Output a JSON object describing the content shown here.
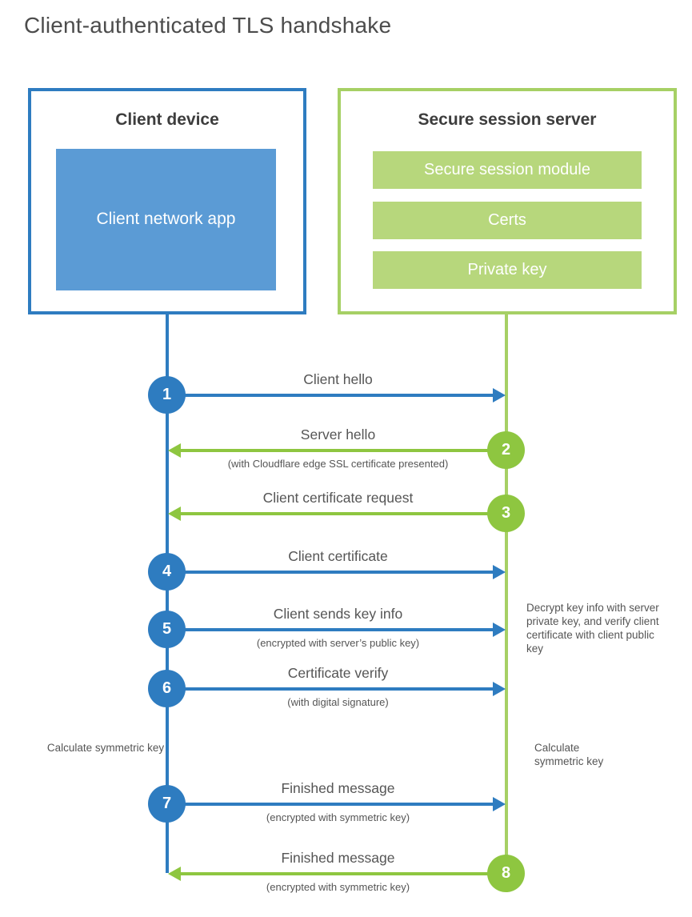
{
  "title": "Client-authenticated TLS handshake",
  "client": {
    "title": "Client device",
    "app_label": "Client network app"
  },
  "server": {
    "title": "Secure session server",
    "modules": [
      "Secure session module",
      "Certs",
      "Private key"
    ]
  },
  "steps": [
    {
      "num": "1",
      "label": "Client hello",
      "sublabel": "",
      "direction": "client-to-server",
      "color": "blue"
    },
    {
      "num": "2",
      "label": "Server hello",
      "sublabel": "(with Cloudflare edge SSL certificate presented)",
      "direction": "server-to-client",
      "color": "green"
    },
    {
      "num": "3",
      "label": "Client certificate request",
      "sublabel": "",
      "direction": "server-to-client",
      "color": "green"
    },
    {
      "num": "4",
      "label": "Client certificate",
      "sublabel": "",
      "direction": "client-to-server",
      "color": "blue"
    },
    {
      "num": "5",
      "label": "Client sends key info",
      "sublabel": "(encrypted with server’s public key)",
      "direction": "client-to-server",
      "color": "blue"
    },
    {
      "num": "6",
      "label": "Certificate verify",
      "sublabel": "(with digital signature)",
      "direction": "client-to-server",
      "color": "blue"
    },
    {
      "num": "7",
      "label": "Finished message",
      "sublabel": "(encrypted with symmetric key)",
      "direction": "client-to-server",
      "color": "blue"
    },
    {
      "num": "8",
      "label": "Finished message",
      "sublabel": "(encrypted with symmetric key)",
      "direction": "server-to-client",
      "color": "green"
    }
  ],
  "annotations": {
    "server_note": "Decrypt key info with server private key, and verify client certificate with client public key",
    "client_calc": "Calculate symmetric key",
    "server_calc": "Calculate symmetric key"
  },
  "colors": {
    "blue": "#2e7cc0",
    "blue_fill": "#5b9bd5",
    "green_bright": "#8ec640",
    "green_line": "#a6d065",
    "green_fill": "#b7d77c",
    "text_dark": "#3d3d3d",
    "text_gray": "#555555"
  }
}
